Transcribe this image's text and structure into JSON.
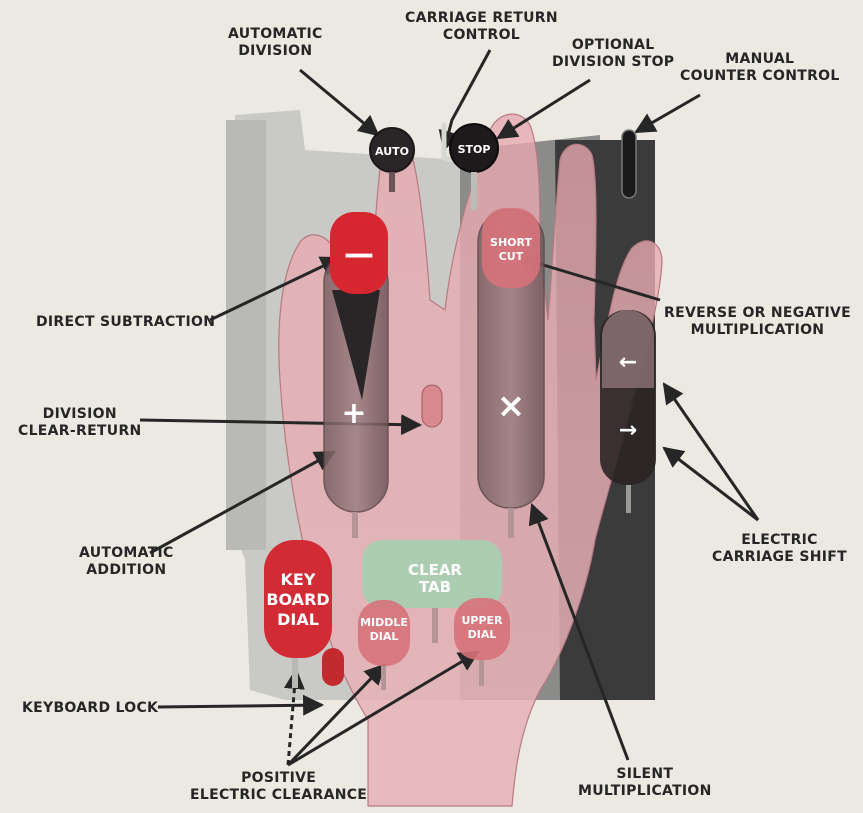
{
  "callouts": {
    "automatic_division": [
      "AUTOMATIC",
      "DIVISION"
    ],
    "carriage_return_control": [
      "CARRIAGE RETURN",
      "CONTROL"
    ],
    "optional_division_stop": [
      "OPTIONAL",
      "DIVISION STOP"
    ],
    "manual_counter_control": [
      "MANUAL",
      "COUNTER CONTROL"
    ],
    "direct_subtraction": [
      "DIRECT SUBTRACTION"
    ],
    "reverse_negative_multiplication": [
      "REVERSE OR NEGATIVE",
      "MULTIPLICATION"
    ],
    "division_clear_return": [
      "DIVISION",
      "CLEAR-RETURN"
    ],
    "automatic_addition": [
      "AUTOMATIC",
      "ADDITION"
    ],
    "electric_carriage_shift": [
      "ELECTRIC",
      "CARRIAGE SHIFT"
    ],
    "keyboard_lock": [
      "KEYBOARD LOCK"
    ],
    "positive_electric_clearance": [
      "POSITIVE",
      "ELECTRIC CLEARANCE"
    ],
    "silent_multiplication": [
      "SILENT",
      "MULTIPLICATION"
    ]
  },
  "keys": {
    "auto": "AUTO",
    "stop": "STOP",
    "short_cut": [
      "SHORT",
      "CUT"
    ],
    "minus": "—",
    "plus": "+",
    "times": "×",
    "arrow_left": "←",
    "arrow_right": "→",
    "keyboard_dial": [
      "KEY",
      "BOARD",
      "DIAL"
    ],
    "clear_tab": [
      "CLEAR",
      "TAB"
    ],
    "middle_dial": [
      "MIDDLE",
      "DIAL"
    ],
    "upper_dial": [
      "UPPER",
      "DIAL"
    ]
  },
  "colors": {
    "background": "#ece9e2",
    "machine_panel_light": "#c8c8c4",
    "machine_panel_dark": "#3a3a3a",
    "hand": "#e6a6ad",
    "red_key": "#d62630",
    "green_key": "#a7cfb2",
    "dark_key": "#2a2526",
    "text": "#262626"
  }
}
